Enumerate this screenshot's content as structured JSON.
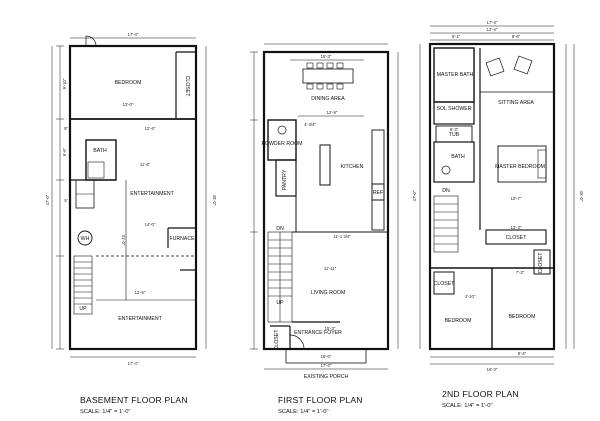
{
  "plans": [
    {
      "title": "BASEMENT FLOOR PLAN",
      "scale": "SCALE:  1/4\" = 1'-0\"",
      "rooms": [
        "BEDROOM",
        "CLOSET",
        "BATH",
        "ENTERTAINMENT",
        "FURNACE",
        "WH",
        "ENTERTAINMENT",
        "UP"
      ],
      "dims": [
        "17'-4\"",
        "13'-0\"",
        "12'-6\"",
        "11'-6\"",
        "14'-0\"",
        "12'-5\"",
        "17'-4\"",
        "9'-10\"",
        "6'-6\"",
        "47'-0\"",
        "5'",
        "9\"",
        "31'-0\"",
        "45'-0\""
      ]
    },
    {
      "title": "FIRST FLOOR PLAN",
      "scale": "SCALE:  1/4\" = 1'-0\"",
      "rooms": [
        "DINING AREA",
        "POWDER ROOM",
        "PANTRY",
        "KITCHEN",
        "REF",
        "DN",
        "LIVING ROOM",
        "UP",
        "ENTRANCE FOYER",
        "CLOSET",
        "EXISTING PORCH"
      ],
      "dims": [
        "15'-3\"",
        "12'-9\"",
        "4'-3/4\"",
        "11'-1 3/4\"",
        "11'-11\"",
        "15'-3\"",
        "18'-0\"",
        "17'-4\""
      ]
    },
    {
      "title": "2ND FLOOR PLAN",
      "scale": "SCALE:  1/4\" = 1'-0\"",
      "rooms": [
        "MASTER BATH",
        "SITTING AREA",
        "SOL SHOWER",
        "TUB",
        "BATH",
        "MASTER BEDROOM",
        "DN",
        "CLOSET",
        "CLOSET",
        "CLOSET",
        "BEDROOM",
        "BEDROOM"
      ],
      "dims": [
        "17'-4\"",
        "12'-4\"",
        "6'-1\"",
        "8'-6\"",
        "6'-3\"",
        "10'-7\"",
        "12'-3\"",
        "4'-10\"",
        "7'-3\"",
        "9'-4\"",
        "16'-3\"",
        "47'-0\"",
        "45'-0\""
      ]
    }
  ],
  "colors": {
    "ink": "#111111",
    "paper": "#ffffff"
  }
}
